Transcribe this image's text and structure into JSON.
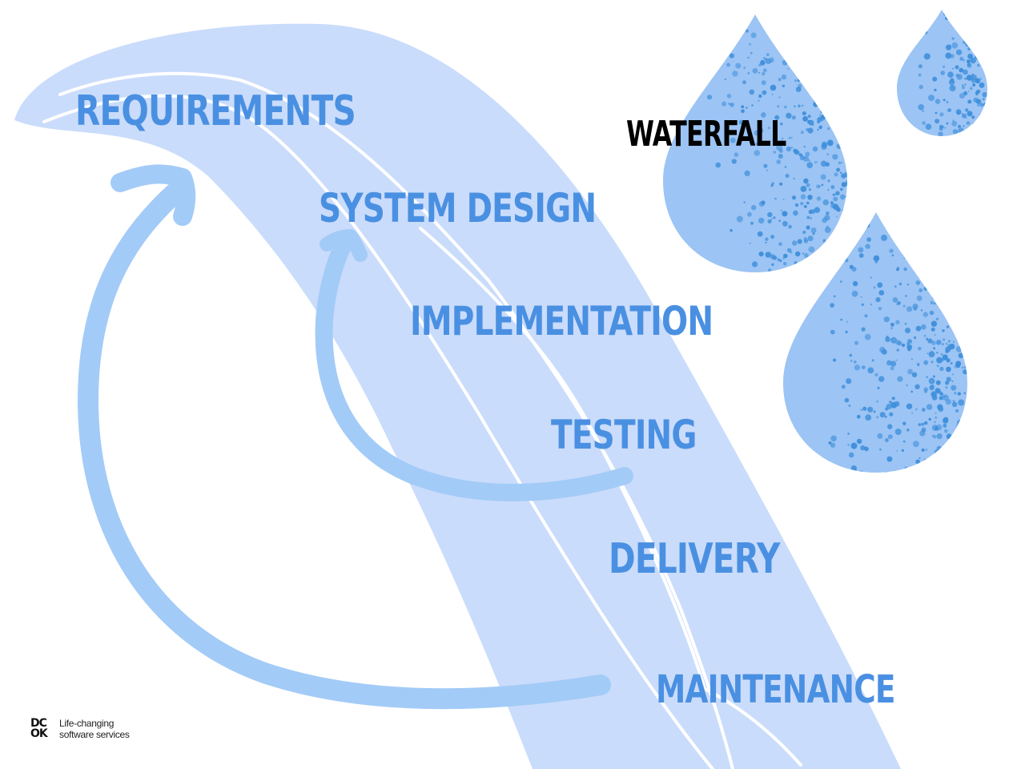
{
  "diagram": {
    "title": "WATERFALL",
    "stages": [
      "REQUIREMENTS",
      "SYSTEM DESIGN",
      "IMPLEMENTATION",
      "TESTING",
      "DELIVERY",
      "MAINTENANCE"
    ]
  },
  "colors": {
    "stage_text": "#4a90e2",
    "river": "#cadcfb",
    "arrow": "#a3cbf7",
    "drop": "#9cc4f4",
    "drop_speckle": "#3f8fdb",
    "title": "#000000"
  },
  "icons": [
    "droplet-icon",
    "curved-arrow-icon"
  ],
  "brand": {
    "logo_mark": "DC OK",
    "tagline_line1": "Life-changing",
    "tagline_line2": "software services"
  }
}
